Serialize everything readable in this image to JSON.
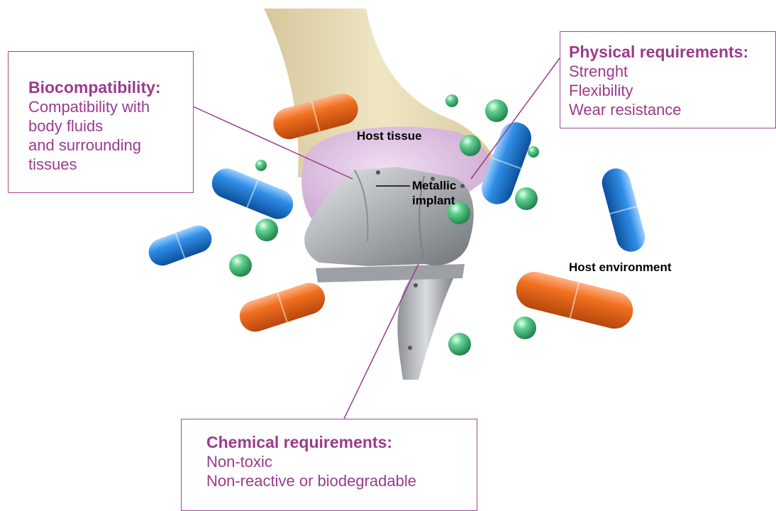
{
  "biocompatibility": {
    "title": "Biocompatibility:",
    "lines": [
      "Compatibility with",
      "body fluids",
      "and surrounding",
      "tissues"
    ]
  },
  "physical": {
    "title": "Physical requirements:",
    "lines": [
      "Strenght",
      "Flexibility",
      "Wear resistance"
    ]
  },
  "chemical": {
    "title": "Chemical requirements:",
    "lines": [
      "Non-toxic",
      "Non-reactive or biodegradable"
    ]
  },
  "labels": {
    "host_tissue": "Host tissue",
    "metallic_implant": [
      "Metallic",
      "implant"
    ],
    "host_environment": "Host environment"
  },
  "colors": {
    "accent": "#9b3b8c",
    "orange_capsule": "#e8631c",
    "blue_capsule": "#1e7fd6",
    "green_sphere": "#3cb878",
    "bone": "#eadfb8",
    "cartilage": "#d9b8dd",
    "metal": "#b8bcc0"
  }
}
